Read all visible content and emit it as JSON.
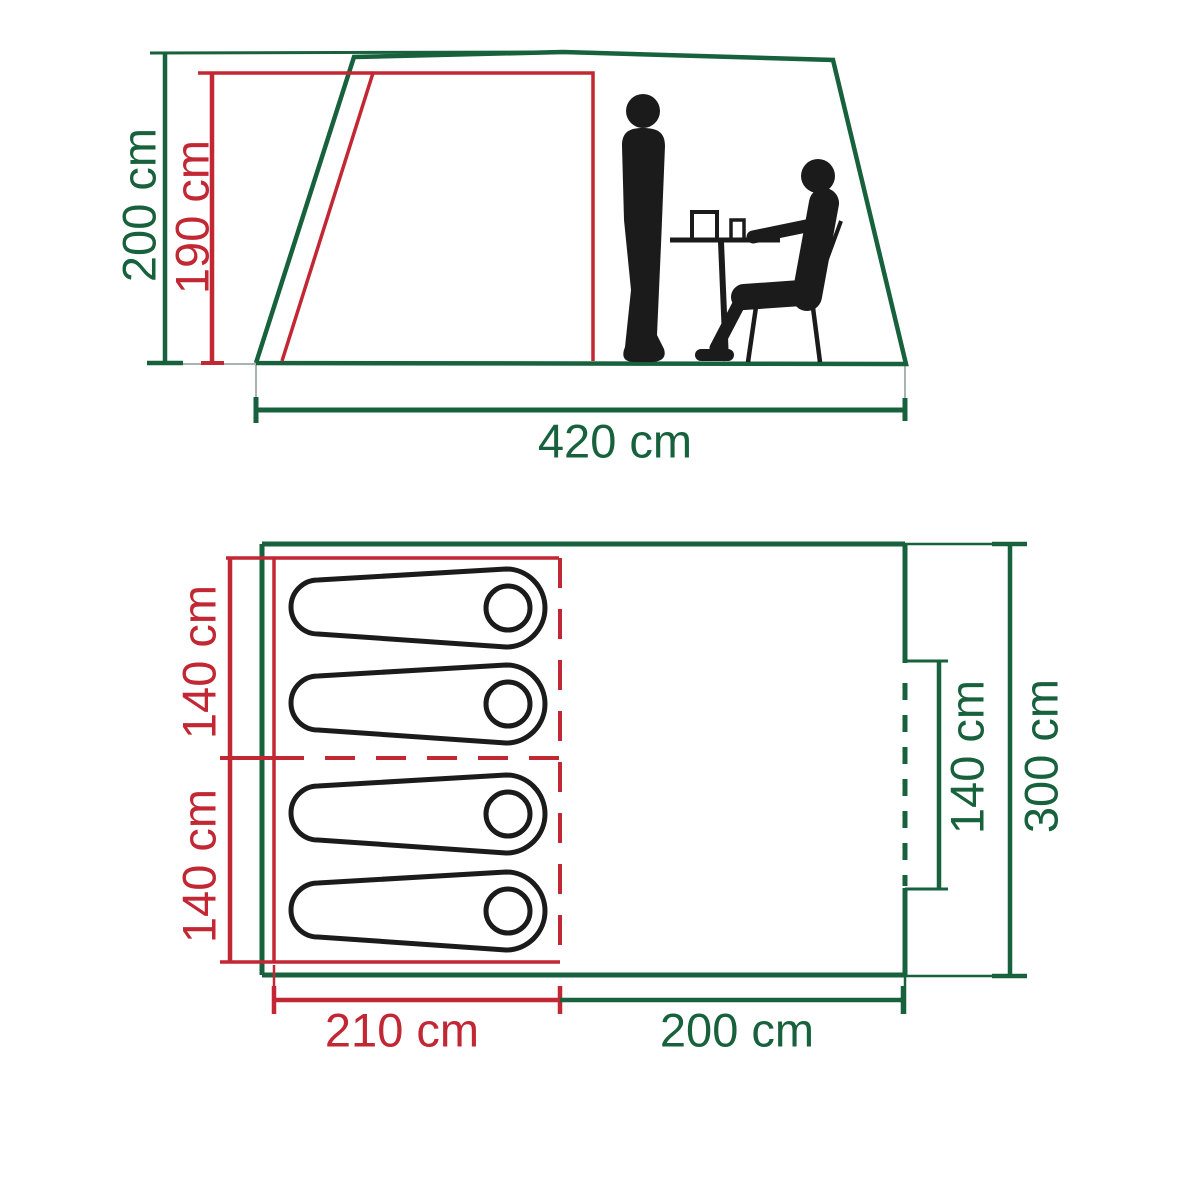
{
  "diagram": {
    "subject": "tent dimensions diagram",
    "colors": {
      "dimension_green": "#17613C",
      "dimension_red": "#C22734",
      "figure_black": "#1B1B1B",
      "background": "#FFFFFF"
    },
    "side_view": {
      "outer_height": "200 cm",
      "inner_height": "190 cm",
      "base_width": "420 cm"
    },
    "floor_plan": {
      "sleeping_depth_front": "140 cm",
      "sleeping_depth_rear": "140 cm",
      "door_width": "140 cm",
      "total_depth": "300 cm",
      "sleeping_width": "210 cm",
      "living_width": "200 cm"
    }
  }
}
